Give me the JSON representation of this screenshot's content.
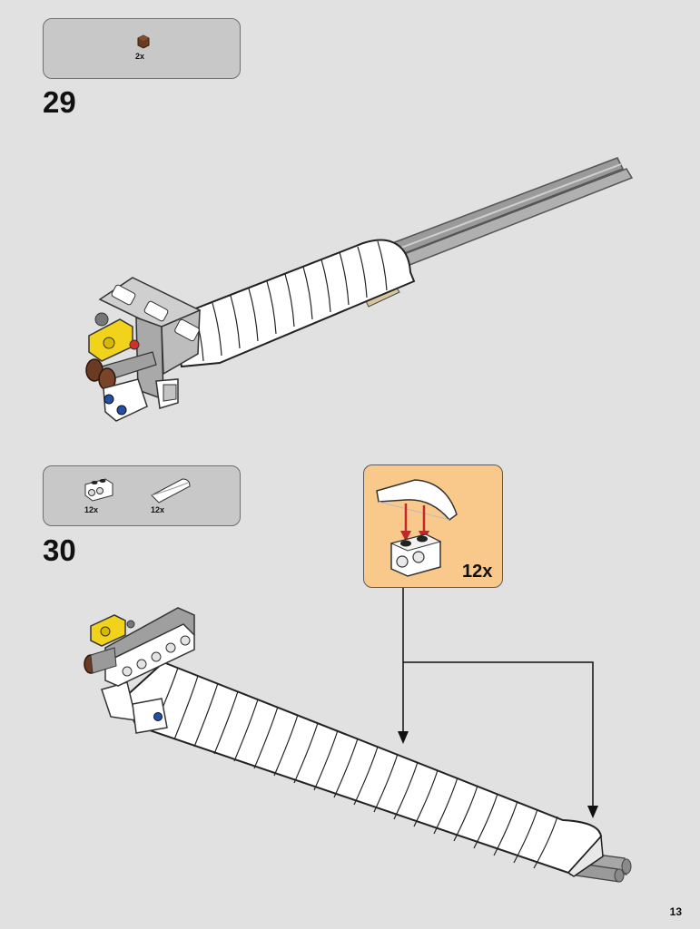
{
  "step29": {
    "number": "29",
    "parts": [
      {
        "part": "brown-round-plate",
        "quantity": "2x",
        "color": "#6b3a22"
      }
    ]
  },
  "step30": {
    "number": "30",
    "parts": [
      {
        "part": "white-technic-brick-1x2-two-holes",
        "quantity": "12x",
        "color": "#ffffff"
      },
      {
        "part": "white-curved-slope-1x4",
        "quantity": "12x",
        "color": "#ffffff"
      }
    ],
    "subassembly_callout": {
      "quantity": "12x",
      "background": "#f8c98a"
    }
  },
  "page_number": "13"
}
